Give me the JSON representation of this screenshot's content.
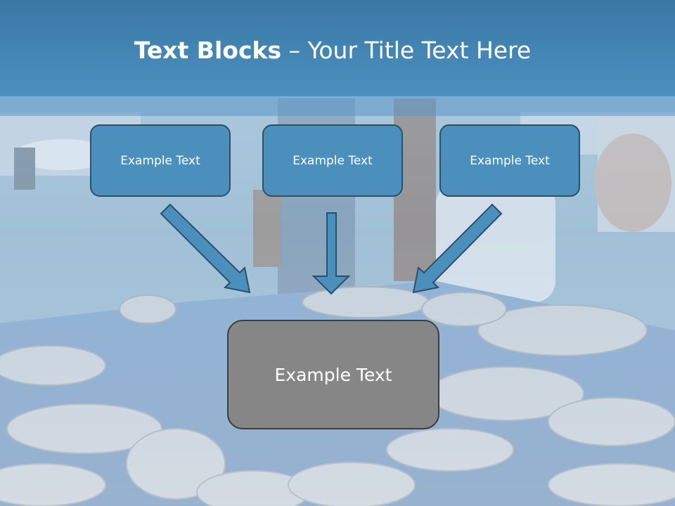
{
  "slide": {
    "title_bold": "Text Blocks",
    "title_dash": " – ",
    "title_rest": "Your Title Text Here",
    "boxes": [
      {
        "label": "Example Text"
      },
      {
        "label": "Example Text"
      },
      {
        "label": "Example Text"
      }
    ],
    "center_box": {
      "label": "Example Text"
    }
  },
  "colors": {
    "header_blue": "#3a78a6",
    "box_blue": "#4b90bc",
    "box_border": "#2c4f6a",
    "center_gray": "#868686",
    "arrow_fill": "#4b90bc"
  }
}
